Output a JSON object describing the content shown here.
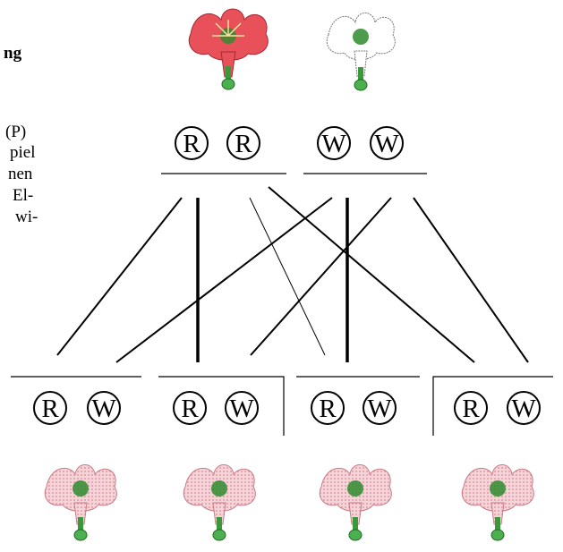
{
  "text_fragments": [
    {
      "id": "frag-0",
      "text": "ng"
    },
    {
      "id": "frag-1",
      "text": "(P)"
    },
    {
      "id": "frag-2",
      "text": "piel"
    },
    {
      "id": "frag-3",
      "text": "nen"
    },
    {
      "id": "frag-4",
      "text": "El-"
    },
    {
      "id": "frag-5",
      "text": "wi-"
    }
  ],
  "parents": [
    {
      "flower": "red-flower",
      "alleles": [
        "R",
        "R"
      ]
    },
    {
      "flower": "white-flower",
      "alleles": [
        "W",
        "W"
      ]
    }
  ],
  "offspring": [
    {
      "flower": "pink-flower",
      "alleles": [
        "R",
        "W"
      ]
    },
    {
      "flower": "pink-flower",
      "alleles": [
        "R",
        "W"
      ]
    },
    {
      "flower": "pink-flower",
      "alleles": [
        "R",
        "W"
      ]
    },
    {
      "flower": "pink-flower",
      "alleles": [
        "R",
        "W"
      ]
    }
  ],
  "colors": {
    "red_flower": "#e8505a",
    "white_flower": "#ffffff",
    "pink_flower": "#f0c8cc",
    "stem": "#3a9a3a",
    "center": "#2e8b2e"
  }
}
